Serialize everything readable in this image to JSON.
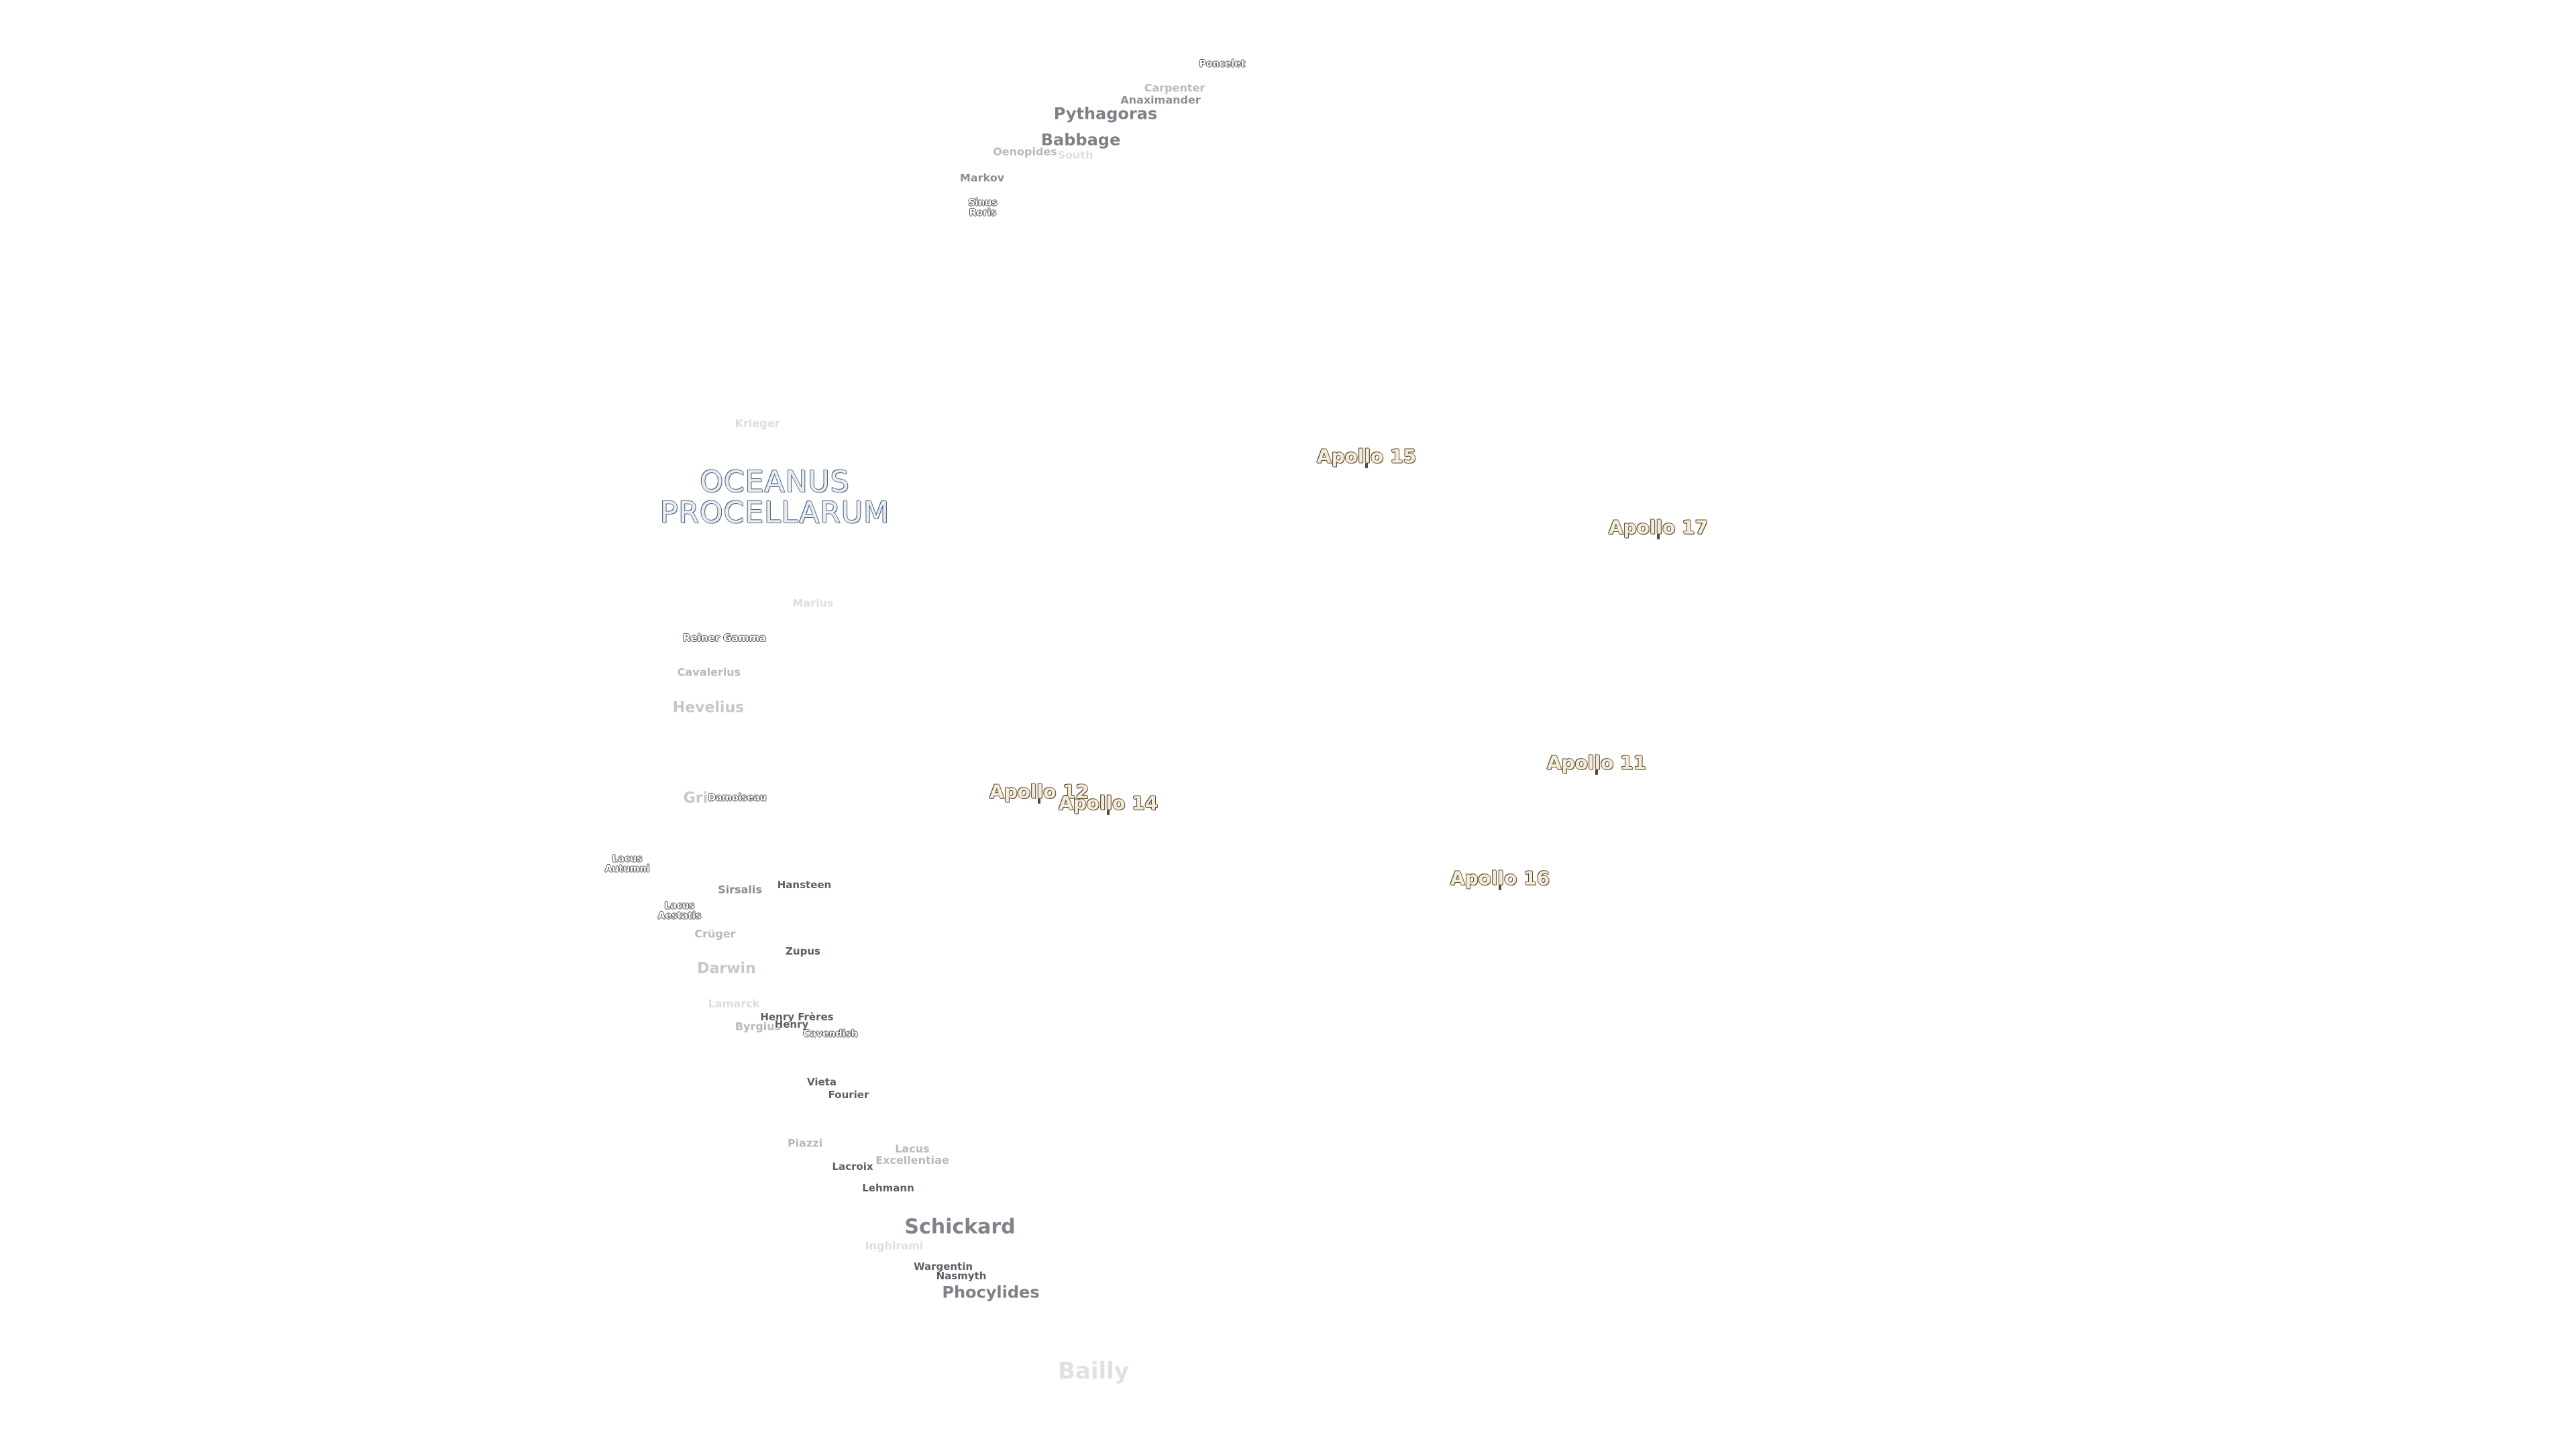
{
  "mare": {
    "oceanus_line1": "OCEANUS",
    "oceanus_line2": "PROCELLARUM"
  },
  "apollo": {
    "a15": "Apollo 15",
    "a17": "Apollo 17",
    "a11": "Apollo 11",
    "a12": "Apollo 12",
    "a14": "Apollo 14",
    "a16": "Apollo 16"
  },
  "features": {
    "poncelet": "Poncelet",
    "carpenter": "Carpenter",
    "anaximander": "Anaximander",
    "pythagoras": "Pythagoras",
    "babbage": "Babbage",
    "oenopides": "Oenopides",
    "south": "South",
    "markov": "Markov",
    "sinus_roris_1": "Sinus",
    "sinus_roris_2": "Roris",
    "krieger": "Krieger",
    "marius": "Marius",
    "reiner_gamma": "Reiner Gamma",
    "cavalerius": "Cavalerius",
    "hevelius": "Hevelius",
    "grimaldi_frag": "Gri",
    "damoiseau": "Damoiseau",
    "lacus_autumni_1": "Lacus",
    "lacus_autumni_2": "Autumni",
    "sirsalis": "Sirsalis",
    "hansteen": "Hansteen",
    "lacus_aestatis_1": "Lacus",
    "lacus_aestatis_2": "Aestatis",
    "cruger": "Crüger",
    "zupus": "Zupus",
    "darwin": "Darwin",
    "lamarck": "Lamarck",
    "henry_freres": "Henry Frères",
    "byrgius": "Byrgius",
    "henry": "Henry",
    "cavendish": "Cavendish",
    "vieta": "Vieta",
    "fourier": "Fourier",
    "piazzi": "Piazzi",
    "lacus_excellentiae_1": "Lacus",
    "lacus_excellentiae_2": "Excellentiae",
    "lacroix": "Lacroix",
    "lehmann": "Lehmann",
    "schickard": "Schickard",
    "inghirami": "Inghirami",
    "wargentin": "Wargentin",
    "nasmyth": "Nasmyth",
    "phocylides": "Phocylides",
    "bailly": "Bailly"
  }
}
